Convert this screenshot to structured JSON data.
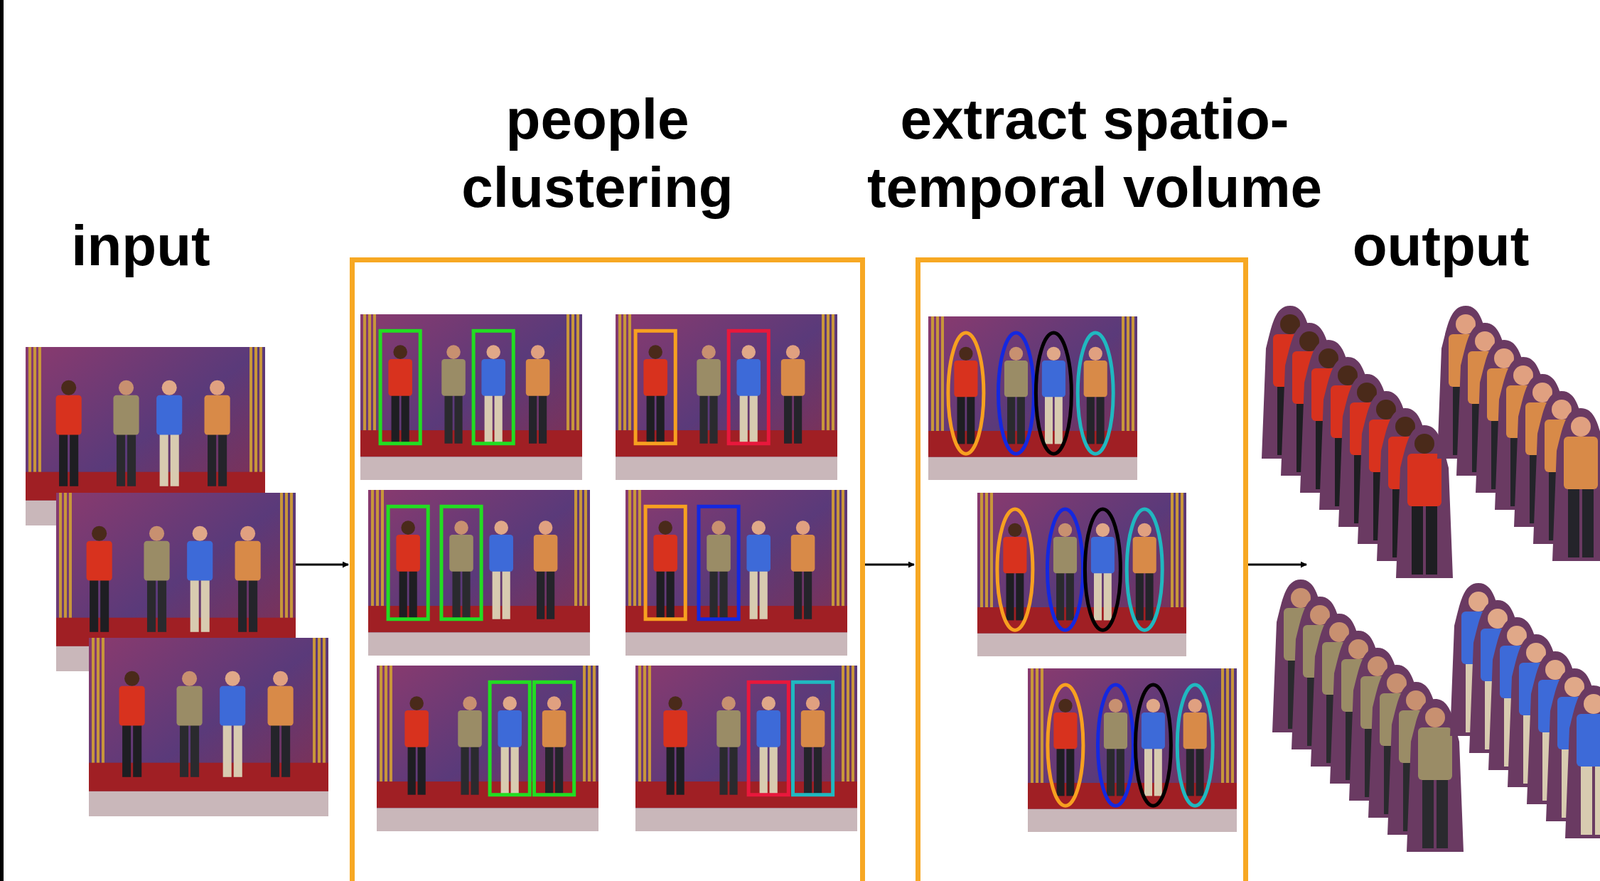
{
  "diagram": {
    "nodes": [
      {
        "text": [
          "input"
        ]
      },
      {
        "text": [
          "people clustering"
        ]
      },
      {
        "text": [
          "extract spatio-temporal volume"
        ]
      },
      {
        "text": [
          "output"
        ]
      }
    ],
    "edges": [
      {
        "from": 0,
        "to": 1,
        "arrow": "to"
      },
      {
        "from": 1,
        "to": 2,
        "arrow": "to"
      },
      {
        "from": 2,
        "to": 3,
        "arrow": "to"
      }
    ]
  }
}
